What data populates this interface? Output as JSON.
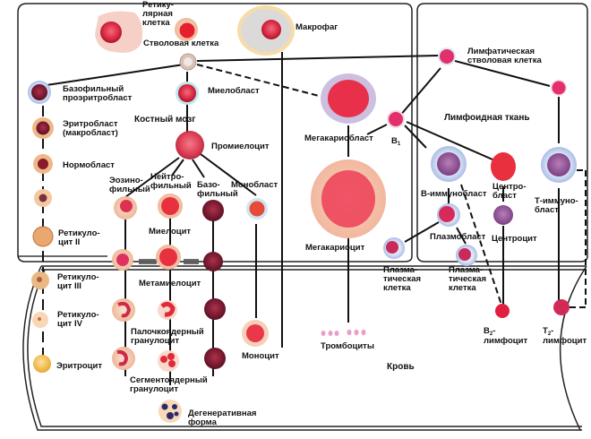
{
  "regions": {
    "bone_marrow": "Костный мозг",
    "lymphoid_tissue": "Лимфоидная ткань",
    "blood": "Кровь"
  },
  "top": {
    "reticular_cell": "Ретику-|лярная|клетка",
    "stem_cell": "Стволовая  клетка",
    "macrophage": "Макрофаг",
    "lymph_stem_cell": "Лимфатическая|стволовая клетка"
  },
  "erythroid": {
    "basophilic_proerythroblast": "Базофильный|проэритробласт",
    "erythroblast": "Эритробласт|(макробласт)",
    "normoblast": "Нормобласт",
    "reticulocyte_2": "Ретикуло-|цит II",
    "reticulocyte_3": "Ретикуло-|цит III",
    "reticulocyte_4": "Ретикуло-|цит IV",
    "erythrocyte": "Эритроцит"
  },
  "myeloid": {
    "myeloblast": "Миелобласт",
    "promyelocyte": "Промиелоцит",
    "eosinophilic": "Эозино-|фильный",
    "neutrophilic": "Нейтро-|фильный",
    "basophilic": "Базо-|фильный",
    "monoblast": "Монобласт",
    "myelocyte": "Миелоцит",
    "metamyelocyte": "Метамиелоцит",
    "band_granulocyte": "Палочкоядерный|гранулоцит",
    "segmented_granulocyte": "Сегментоядерный|гранулоцит",
    "degenerative_form": "Дегенеративная|форма",
    "monocyte": "Моноцит"
  },
  "megakaryocytic": {
    "megakaryoblast": "Мегакариобласт",
    "megakaryocyte": "Мегакариоцит",
    "platelets": "Тромбоциты"
  },
  "lymphoid": {
    "b1": "B",
    "b1_sub": "1",
    "b_immunoblast": "В-иммунобласт",
    "centroblast": "Центро-|бласт",
    "t_immunoblast": "Т-иммуно-|бласт",
    "plasmoblast": "Плазмобласт",
    "centrocyte": "Центроцит",
    "plasma_cell_1": "Плазма-|тическая|клетка",
    "plasma_cell_2": "Плазма-|тическая|клетка",
    "b2_prefix": "B",
    "b2_sub": "2",
    "b2_label": "лимфоцит",
    "t2_prefix": "T",
    "t2_sub": "2",
    "t2_label": "лимфоцит"
  },
  "colors": {
    "nucleus_red": "#d8263f",
    "cytoplasm_pink": "#f6c8b8",
    "lymph_blue": "#c6d4ef",
    "immunoblast_purple": "#8a4a8e",
    "erythrocyte_yellow": "#f2c040",
    "degenerate_nuclei": "#2a2a6a"
  }
}
